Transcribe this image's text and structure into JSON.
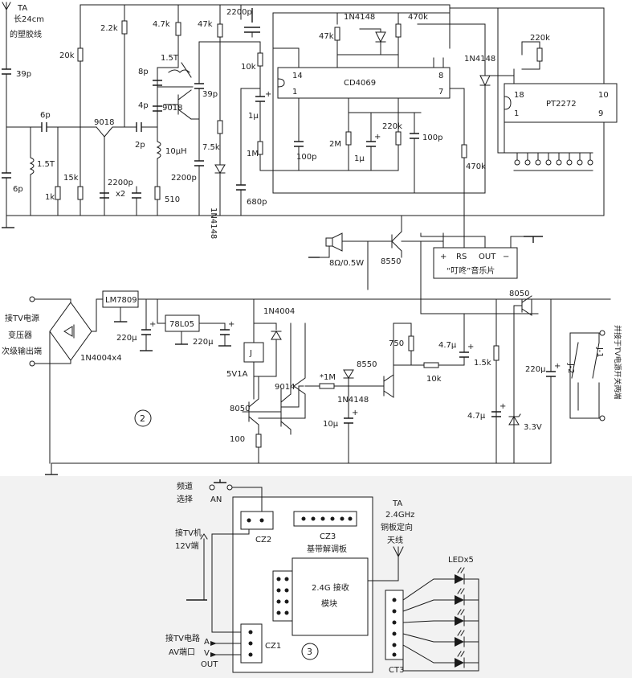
{
  "section1": {
    "antenna": [
      "TA",
      "长24cm",
      "的塑胶线"
    ],
    "labels": {
      "c39p_left": "39p",
      "c6p_top": "6p",
      "l15t_left": "1.5T",
      "c6p_bottom": "6p",
      "r1k": "1k",
      "r15k": "15k",
      "r20k": "20k",
      "q9018a": "9018",
      "r22k": "2.2k",
      "r47k_a": "4.7k",
      "c8p": "8p",
      "l15t_mid": "1.5T",
      "c4p": "4p",
      "q9018b": "9018",
      "c2p": "2p",
      "l10uh": "10μH",
      "c2200p_x2": "2200p",
      "x2": "x2",
      "r510": "510",
      "c2200p_mid": "2200p",
      "r47k_b": "47k",
      "c39p_mid": "39p",
      "r75k": "7.5k",
      "d1n4148_v": "1N4148",
      "c2200p_top": "2200p",
      "r10k": "10k",
      "c1u_a": "1μ",
      "r1m": "1M",
      "c680p": "680p",
      "ic_cd4069": "CD4069",
      "pin14": "14",
      "pin1": "1",
      "pin8": "8",
      "pin7": "7",
      "r47k_c": "47k",
      "d1n4148_top": "1N4148",
      "r470k_top": "470k",
      "r2m": "2M",
      "c1u_b": "1μ",
      "r220k": "220k",
      "c100p_a": "100p",
      "c100p_b": "100p",
      "r470k_b": "470k",
      "d1n4148_pt": "1N4148",
      "r220k_pt": "220k",
      "ic_pt2272": "PT2272",
      "pin18": "18",
      "pin10": "10",
      "pin1b": "1",
      "pin9": "9",
      "spk": "8Ω/0.5W",
      "q8550_top": "8550",
      "music_pins": [
        "+",
        "RS",
        "OUT",
        "−"
      ],
      "music_chip": "“叮咚”音乐片"
    }
  },
  "section2": {
    "number": "2",
    "labels": {
      "input": [
        "接TV电源",
        "变压器",
        "次级输出端"
      ],
      "bridge": "1N4004x4",
      "lm7809": "LM7809",
      "c220u_a": "220μ",
      "l7805": "78L05",
      "c220u_b": "220μ",
      "d1n4004": "1N4004",
      "relay": "J",
      "relay_v": "5V1A",
      "q8050_a": "8050",
      "r100": "100",
      "q9014": "9014",
      "r1m": "*1M",
      "d1n4148": "1N4148",
      "c10u": "10μ",
      "q8550": "8550",
      "r750": "750",
      "r10k": "10k",
      "c47u_a": "4.7μ",
      "r15k": "1.5k",
      "q8050_b": "8050",
      "c47u_b": "4.7μ",
      "z33v": "3.3V",
      "c220u_c": "220μ",
      "j2": "J-2",
      "j1": "J-1",
      "tvswitch": "并接于TV电源开关两端"
    }
  },
  "section3": {
    "number": "3",
    "labels": {
      "channel": [
        "频道",
        "选择"
      ],
      "an": "AN",
      "power": [
        "接TV机",
        "12V端"
      ],
      "cz2": "CZ2",
      "cz3": "CZ3",
      "baseband": "基带解调板",
      "antenna": [
        "TA",
        "2.4GHz",
        "铜板定向",
        "天线"
      ],
      "module": [
        "2.4G 接收",
        "模块"
      ],
      "leds": "LEDx5",
      "av": [
        "接TV电路",
        "AV端口"
      ],
      "av_pins": [
        "A",
        "V",
        "OUT"
      ],
      "cz1": "CZ1",
      "ct3": "CT3"
    }
  }
}
